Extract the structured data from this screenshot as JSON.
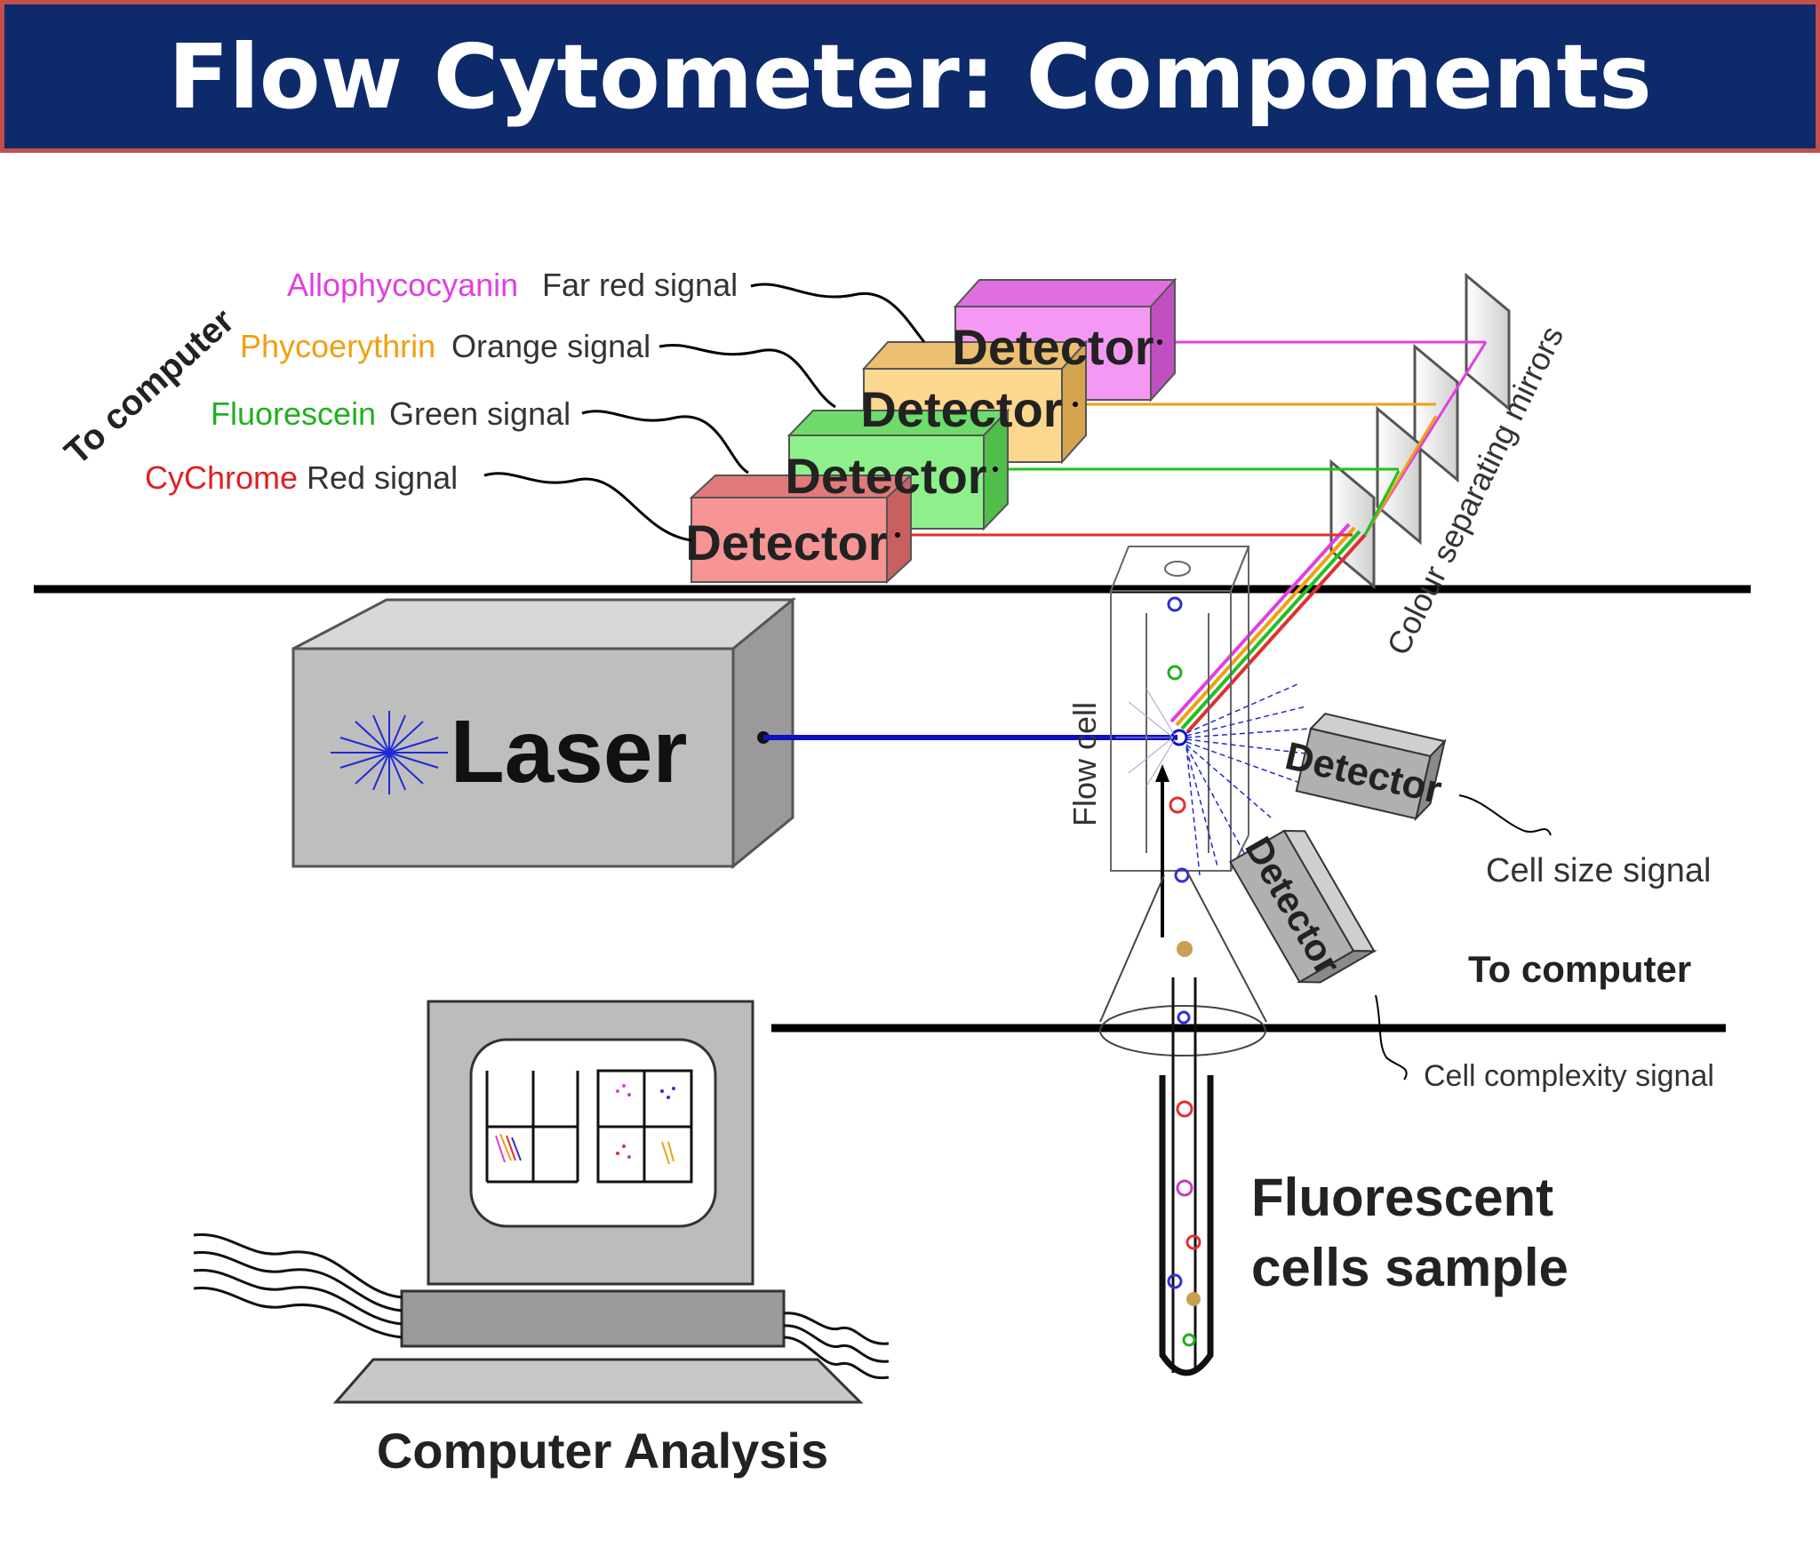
{
  "title": "Flow Cytometer: Components",
  "labels": {
    "to_computer_top": "To computer",
    "to_computer_right": "To computer",
    "laser": "Laser",
    "flow_cell": "Flow cell",
    "colour_mirrors": "Colour separating mirrors",
    "cell_size_signal": "Cell size signal",
    "cell_complexity_signal": "Cell complexity signal",
    "sample_line1": "Fluorescent",
    "sample_line2": "cells sample",
    "computer_analysis": "Computer Analysis"
  },
  "detectors": [
    {
      "label": "Detector",
      "dye": "Allophycocyanin",
      "signal": "Far red signal",
      "box_color": "#f598f3",
      "dye_color": "#e040e0"
    },
    {
      "label": "Detector",
      "dye": "Phycoerythrin",
      "signal": "Orange signal",
      "box_color": "#fbd78f",
      "dye_color": "#f0a010"
    },
    {
      "label": "Detector",
      "dye": "Fluorescein",
      "signal": "Green signal",
      "box_color": "#8ef08a",
      "dye_color": "#20b020"
    },
    {
      "label": "Detector",
      "dye": "CyChrome",
      "signal": "Red signal",
      "box_color": "#f79494",
      "dye_color": "#e02020"
    }
  ],
  "side_detectors": [
    {
      "label": "Detector"
    },
    {
      "label": "Detector"
    }
  ],
  "colors": {
    "title_bg": "#0d2a6b",
    "title_border": "#c0504d",
    "laser_beam": "#1010c0",
    "laser_body": "#bebebe"
  }
}
